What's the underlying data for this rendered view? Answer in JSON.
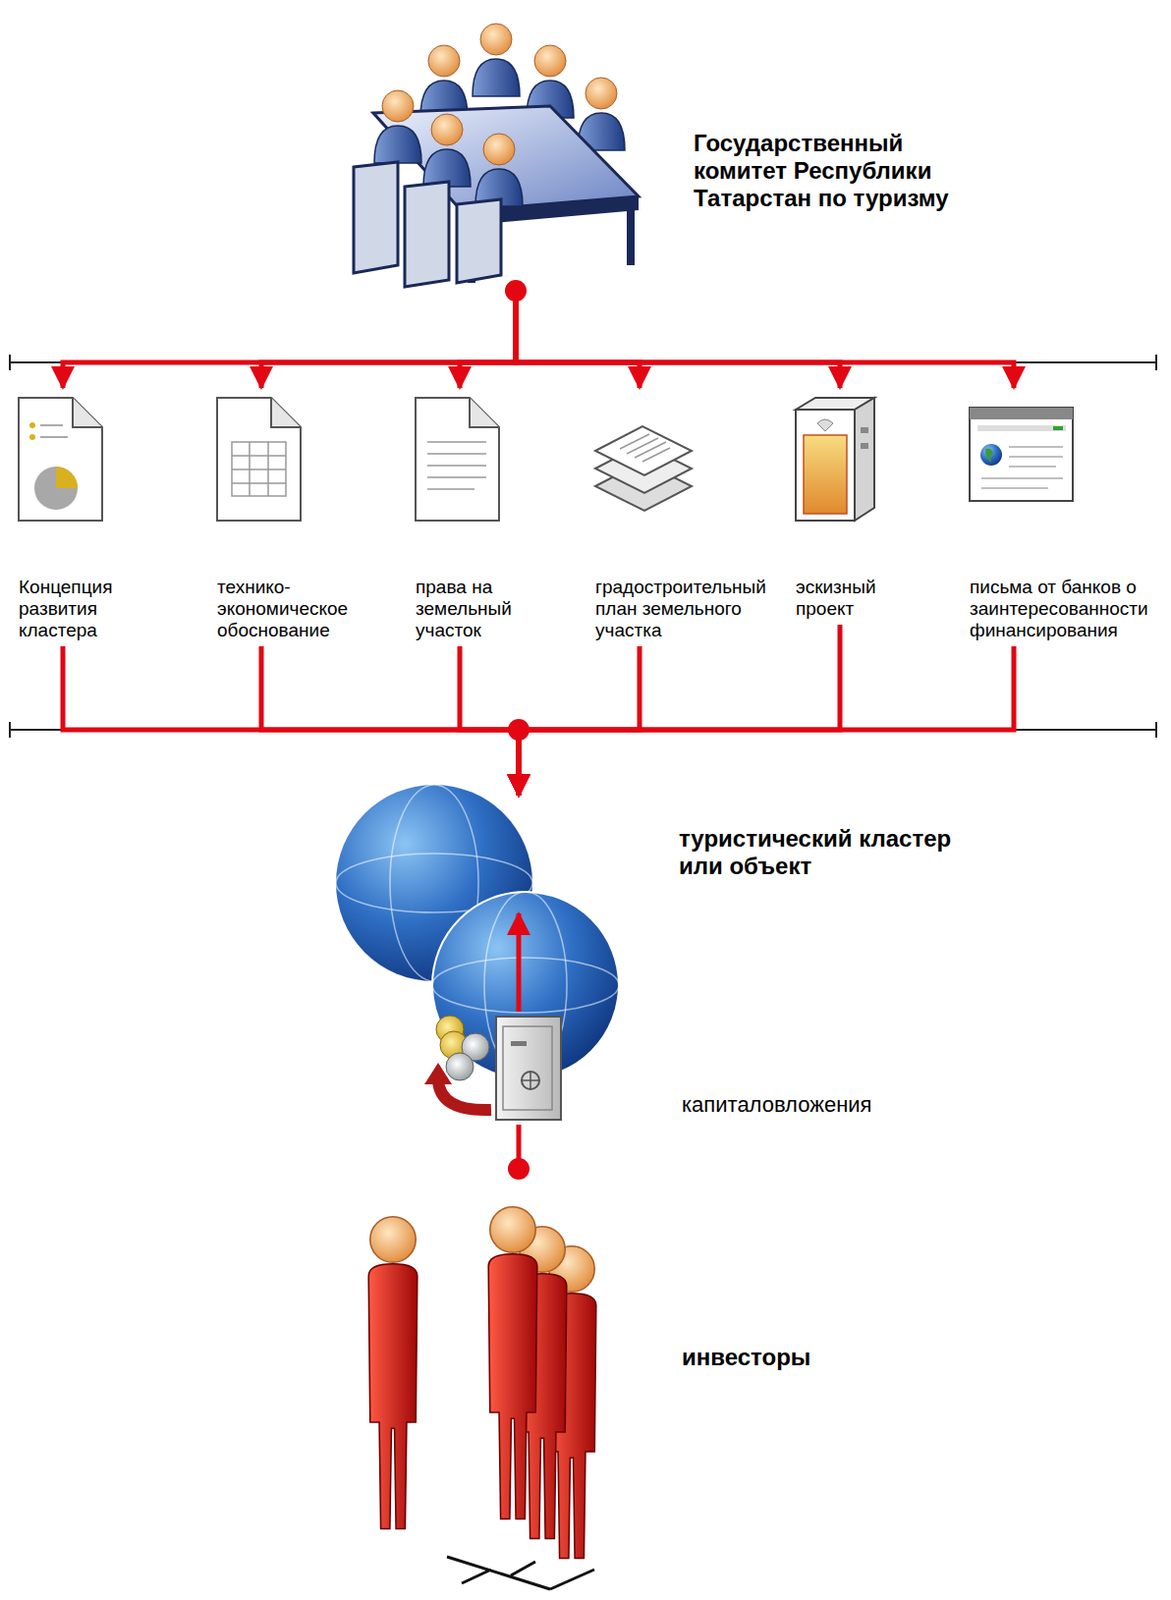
{
  "diagram": {
    "nodes": [
      {
        "text": [
          "Государственный комитет Республики Татарстан по туризму"
        ]
      },
      {
        "text": [
          "Концепция развития кластера"
        ]
      },
      {
        "text": [
          "технико-экономическое обоснование"
        ]
      },
      {
        "text": [
          "права на земельный участок"
        ]
      },
      {
        "text": [
          "градостроительный план земельного участка"
        ]
      },
      {
        "text": [
          "эскизный проект"
        ]
      },
      {
        "text": [
          "письма от банков о заинтересованности финансирования"
        ]
      },
      {
        "text": [
          "туристический кластер или объект"
        ]
      },
      {
        "text": [
          "капиталовложения"
        ]
      },
      {
        "text": [
          "инвесторы"
        ]
      }
    ],
    "edges": [
      {
        "from": 0,
        "to": 1,
        "arrow": "to"
      },
      {
        "from": 0,
        "to": 2,
        "arrow": "to"
      },
      {
        "from": 0,
        "to": 3,
        "arrow": "to"
      },
      {
        "from": 0,
        "to": 4,
        "arrow": "to"
      },
      {
        "from": 0,
        "to": 5,
        "arrow": "to"
      },
      {
        "from": 0,
        "to": 6,
        "arrow": "to"
      },
      {
        "from": 1,
        "to": 7,
        "arrow": "to"
      },
      {
        "from": 2,
        "to": 7,
        "arrow": "to"
      },
      {
        "from": 3,
        "to": 7,
        "arrow": "to"
      },
      {
        "from": 4,
        "to": 7,
        "arrow": "to"
      },
      {
        "from": 5,
        "to": 7,
        "arrow": "to"
      },
      {
        "from": 6,
        "to": 7,
        "arrow": "to"
      },
      {
        "from": 9,
        "to": 8,
        "arrow": "none"
      },
      {
        "from": 8,
        "to": 7,
        "arrow": "to"
      }
    ]
  }
}
